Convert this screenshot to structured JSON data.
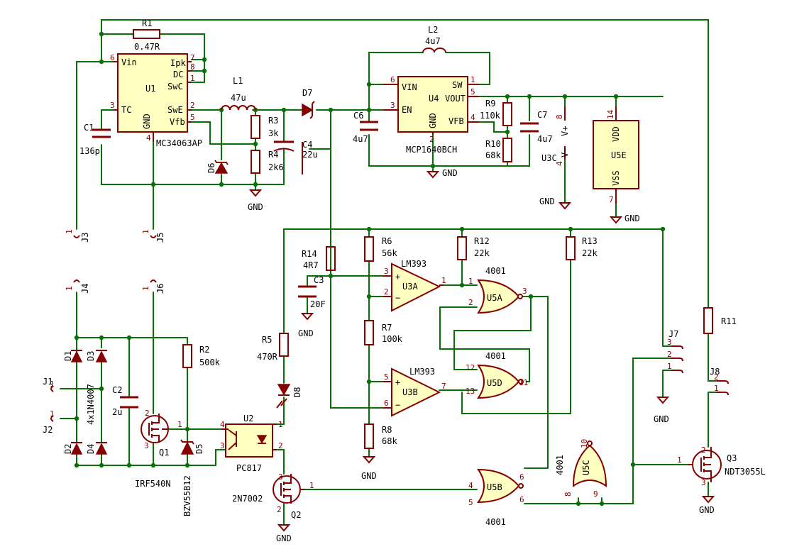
{
  "components": {
    "r1": {
      "ref": "R1",
      "value": "0.47R"
    },
    "u1": {
      "ref": "U1",
      "value": "MC34063AP",
      "pins": {
        "vin": "Vin",
        "ipk": "Ipk",
        "dc": "DC",
        "swc": "SwC",
        "tc": "TC",
        "swe": "SwE",
        "vfb": "Vfb",
        "gnd": "GND"
      },
      "pin_numbers": {
        "vin": "6",
        "ipk": "7",
        "dc": "8",
        "swc": "1",
        "tc": "3",
        "swe": "2",
        "vfb": "5",
        "gnd": "4"
      }
    },
    "c1": {
      "ref": "C1",
      "value": "136p"
    },
    "l1": {
      "ref": "L1",
      "value": "47u"
    },
    "r3": {
      "ref": "R3",
      "value": "3k"
    },
    "r4": {
      "ref": "R4",
      "value": "2k6"
    },
    "d6": {
      "ref": "D6"
    },
    "d7": {
      "ref": "D7"
    },
    "c4": {
      "ref": "C4",
      "value": "22u"
    },
    "l2": {
      "ref": "L2",
      "value": "4u7"
    },
    "u4": {
      "ref": "U4",
      "value": "MCP1640BCH",
      "pins": {
        "vin": "VIN",
        "en": "EN",
        "sw": "SW",
        "vout": "VOUT",
        "vfb": "VFB",
        "gnd": "GND"
      },
      "pin_numbers": {
        "vin": "6",
        "en": "3",
        "sw": "1",
        "vout": "5",
        "vfb": "4",
        "gnd": "2"
      }
    },
    "c6": {
      "ref": "C6",
      "value": "4u7"
    },
    "r9": {
      "ref": "R9",
      "value": "110k"
    },
    "r10": {
      "ref": "R10",
      "value": "68k"
    },
    "c7": {
      "ref": "C7",
      "value": "4u7"
    },
    "u3c": {
      "ref": "U3C",
      "vplus": "V+",
      "vminus": "V-",
      "pin_plus": "8",
      "pin_minus": "4"
    },
    "u5e": {
      "ref": "U5E",
      "vdd": "VDD",
      "vss": "VSS",
      "pin_vdd": "14",
      "pin_vss": "7"
    },
    "j3": {
      "ref": "J3",
      "pin": "1"
    },
    "j5": {
      "ref": "J5",
      "pin": "1"
    },
    "j4": {
      "ref": "J4",
      "pin": "1"
    },
    "j6": {
      "ref": "J6",
      "pin": "1"
    },
    "j1": {
      "ref": "J1",
      "pin": "1"
    },
    "j2": {
      "ref": "J2",
      "pin": "1"
    },
    "bridge": {
      "d1": "D1",
      "d2": "D2",
      "d3": "D3",
      "d4": "D4",
      "value": "4x1N4007"
    },
    "c2": {
      "ref": "C2",
      "value": "2u"
    },
    "q1": {
      "ref": "Q1",
      "value": "IRF540N",
      "p1": "1",
      "p2": "2",
      "p3": "3"
    },
    "r2": {
      "ref": "R2",
      "value": "500k"
    },
    "d5": {
      "ref": "D5",
      "value": "BZV55B12"
    },
    "u2": {
      "ref": "U2",
      "value": "PC817",
      "p1": "1",
      "p2": "2",
      "p3": "3",
      "p4": "4"
    },
    "r5": {
      "ref": "R5",
      "value": "470R"
    },
    "d8": {
      "ref": "D8"
    },
    "r14": {
      "ref": "R14",
      "value": "4R7"
    },
    "c3": {
      "ref": "C3",
      "value": "20F"
    },
    "q2": {
      "ref": "Q2",
      "value": "2N7002",
      "p1": "1",
      "p2": "2",
      "p3": "3"
    },
    "r6": {
      "ref": "R6",
      "value": "56k"
    },
    "r7": {
      "ref": "R7",
      "value": "100k"
    },
    "r8": {
      "ref": "R8",
      "value": "68k"
    },
    "r12": {
      "ref": "R12",
      "value": "22k"
    },
    "r13": {
      "ref": "R13",
      "value": "22k"
    },
    "u3a": {
      "ref": "U3A",
      "value": "LM393",
      "in_plus": "3",
      "in_minus": "2",
      "out": "1"
    },
    "u3b": {
      "ref": "U3B",
      "value": "LM393",
      "in_plus": "5",
      "in_minus": "6",
      "out": "7"
    },
    "u5a": {
      "ref": "U5A",
      "value": "4001",
      "in1": "1",
      "in2": "2",
      "out": "3"
    },
    "u5d": {
      "ref": "U5D",
      "value": "4001",
      "in1": "12",
      "in2": "13",
      "out": "11"
    },
    "u5b": {
      "ref": "U5B",
      "value": "4001",
      "in1": "4",
      "in2": "5",
      "out": "6"
    },
    "u5c": {
      "ref": "U5C",
      "value": "4001",
      "in1": "8",
      "in2": "9",
      "out": "10"
    },
    "r11": {
      "ref": "R11"
    },
    "j7": {
      "ref": "J7",
      "p1": "1",
      "p2": "2",
      "p3": "3"
    },
    "j8": {
      "ref": "J8",
      "p1": "1",
      "p2": "2"
    },
    "q3": {
      "ref": "Q3",
      "value": "NDT3055L",
      "p1": "1",
      "p2": "2",
      "p3": "3"
    }
  },
  "power": {
    "gnd": "GND"
  },
  "glyphs": {
    "plus": "+",
    "minus": "−"
  },
  "colors": {
    "wire": "#097006",
    "body": "#870000",
    "fill": "#ffffc2",
    "background": "#ffffff"
  }
}
